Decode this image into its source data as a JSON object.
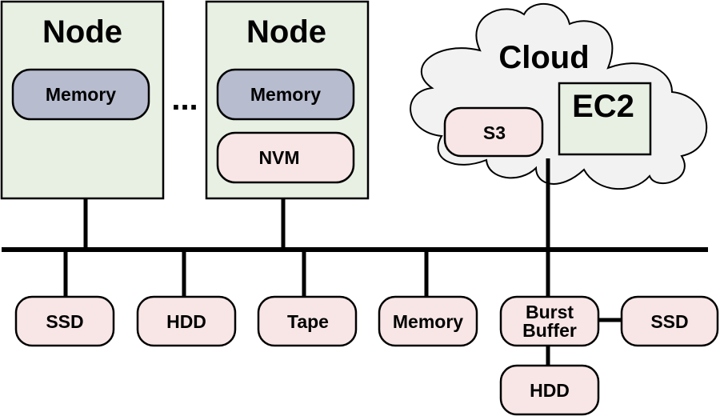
{
  "colors": {
    "node_fill": "#e8f0e4",
    "memory_fill": "#b7bccf",
    "storage_fill": "#f8e6e6",
    "cloud_fill": "#f2f2f2",
    "stroke": "#000000"
  },
  "nodes": [
    {
      "title": "Node",
      "components": [
        {
          "label": "Memory",
          "kind": "memory"
        }
      ]
    },
    {
      "title": "Node",
      "components": [
        {
          "label": "Memory",
          "kind": "memory"
        },
        {
          "label": "NVM",
          "kind": "storage"
        }
      ]
    }
  ],
  "ellipsis": "...",
  "cloud": {
    "title": "Cloud",
    "s3_label": "S3",
    "ec2_label": "EC2"
  },
  "bus_devices": [
    {
      "label": "SSD"
    },
    {
      "label": "HDD"
    },
    {
      "label": "Tape"
    },
    {
      "label": "Memory"
    }
  ],
  "burst_buffer": {
    "label_line1": "Burst",
    "label_line2": "Buffer",
    "attached": [
      {
        "label": "SSD"
      },
      {
        "label": "HDD"
      }
    ]
  }
}
